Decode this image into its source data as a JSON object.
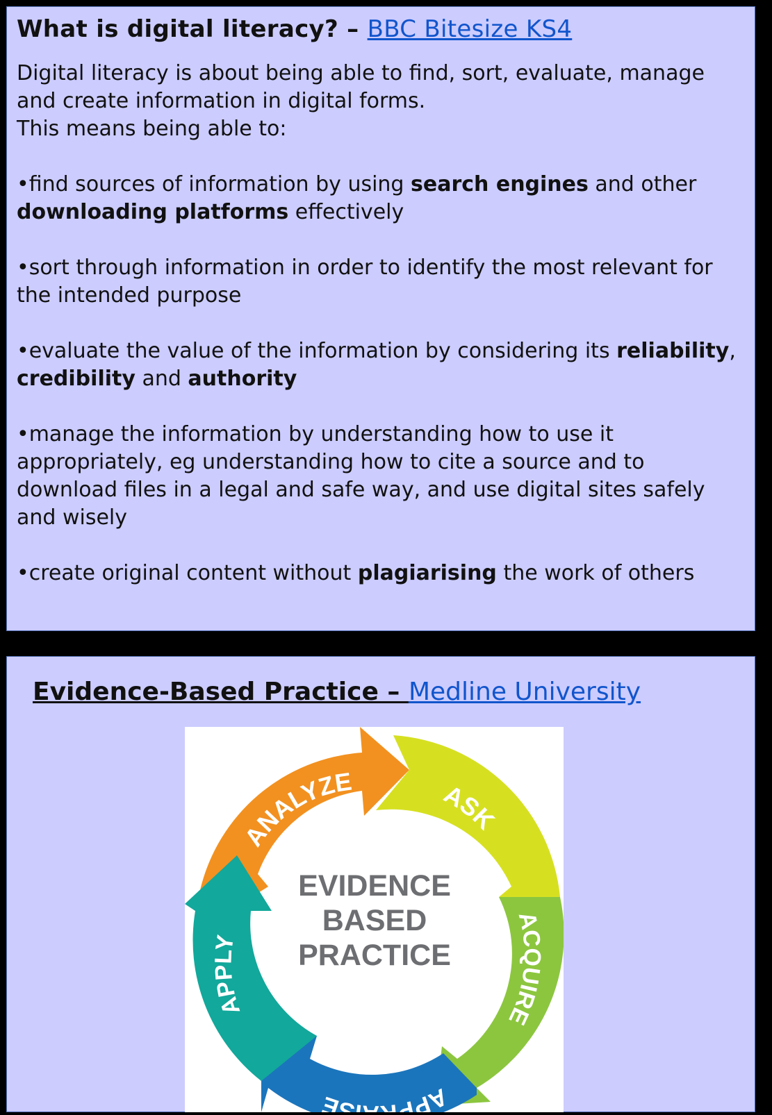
{
  "literacy": {
    "title": "What is digital literacy? – ",
    "source_link": "BBC Bitesize KS4",
    "intro_1": "Digital literacy is about being able to find, sort, evaluate, manage and create information in digital forms.",
    "intro_2": "This means being able to:",
    "bullet_1": {
      "a": "•find sources of information by using ",
      "b1": "search engines",
      "c": " and other ",
      "b2": "downloading platforms",
      "d": " effectively"
    },
    "bullet_2": "•sort through information in order to identify the most relevant for the intended purpose",
    "bullet_3": {
      "a": "•evaluate the value of the information by considering its ",
      "b1": "reliability",
      "c": ", ",
      "b2": "credibility",
      "d": " and ",
      "b3": "authority"
    },
    "bullet_4": "•manage the information by understanding how to use it appropriately, eg understanding how to cite a source and to download files in a legal and safe way, and use digital sites safely and wisely",
    "bullet_5": {
      "a": "•create original content without ",
      "b1": "plagiarising",
      "c": " the work of others"
    }
  },
  "ebp": {
    "title": "Evidence-Based Practice – ",
    "source_link": "Medline University",
    "diagram": {
      "center_line_1": "EVIDENCE",
      "center_line_2": "BASED",
      "center_line_3": "PRACTICE",
      "steps": [
        "ANALYZE",
        "ASK",
        "ACQUIRE",
        "APPRAISE",
        "APPLY"
      ],
      "colors": {
        "analyze": "#f29120",
        "ask": "#d6e021",
        "acquire": "#8cc63f",
        "appraise": "#1b75bc",
        "apply": "#12a89b",
        "center_text": "#6d6e71"
      }
    }
  }
}
